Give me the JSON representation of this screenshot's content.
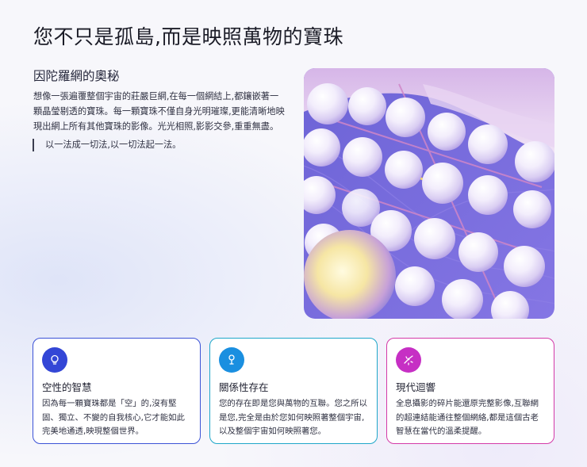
{
  "page": {
    "title": "您不只是孤島,而是映照萬物的寶珠"
  },
  "intro": {
    "heading": "因陀羅網的奧秘",
    "paragraph": "想像一張遍覆整個宇宙的莊嚴巨網,在每一個網結上,都鑲嵌著一顆晶瑩剔透的寶珠。每一顆寶珠不僅自身光明璀璨,更能清晰地映現出網上所有其他寶珠的影像。光光相照,影影交參,重重無盡。",
    "quote": "以一法成一切法,以一切法起一法。"
  },
  "hero_image": {
    "icon": "pearl-net-illustration"
  },
  "cards": [
    {
      "title": "空性的智慧",
      "text": "因為每一顆寶珠都是「空」的,沒有堅固、獨立、不變的自我核心,它才能如此完美地通透,映現整個世界。",
      "icon": "lightbulb-icon",
      "color": "#3346d6",
      "border": "#3b52d6"
    },
    {
      "title": "關係性存在",
      "text": "您的存在即是您與萬物的互聯。您之所以是您,完全是由於您如何映照著整個宇宙,以及整個宇宙如何映照著您。",
      "icon": "connection-icon",
      "color": "#1a8fe0",
      "border": "#1fa7c9"
    },
    {
      "title": "現代迴響",
      "text": "全息攝影的碎片能還原完整影像,互聯網的超連結能通往整個網絡,都是這個古老智慧在當代的溫柔提醒。",
      "icon": "sparkle-icon",
      "color": "#c62fc4",
      "border": "#d43aa8"
    }
  ]
}
